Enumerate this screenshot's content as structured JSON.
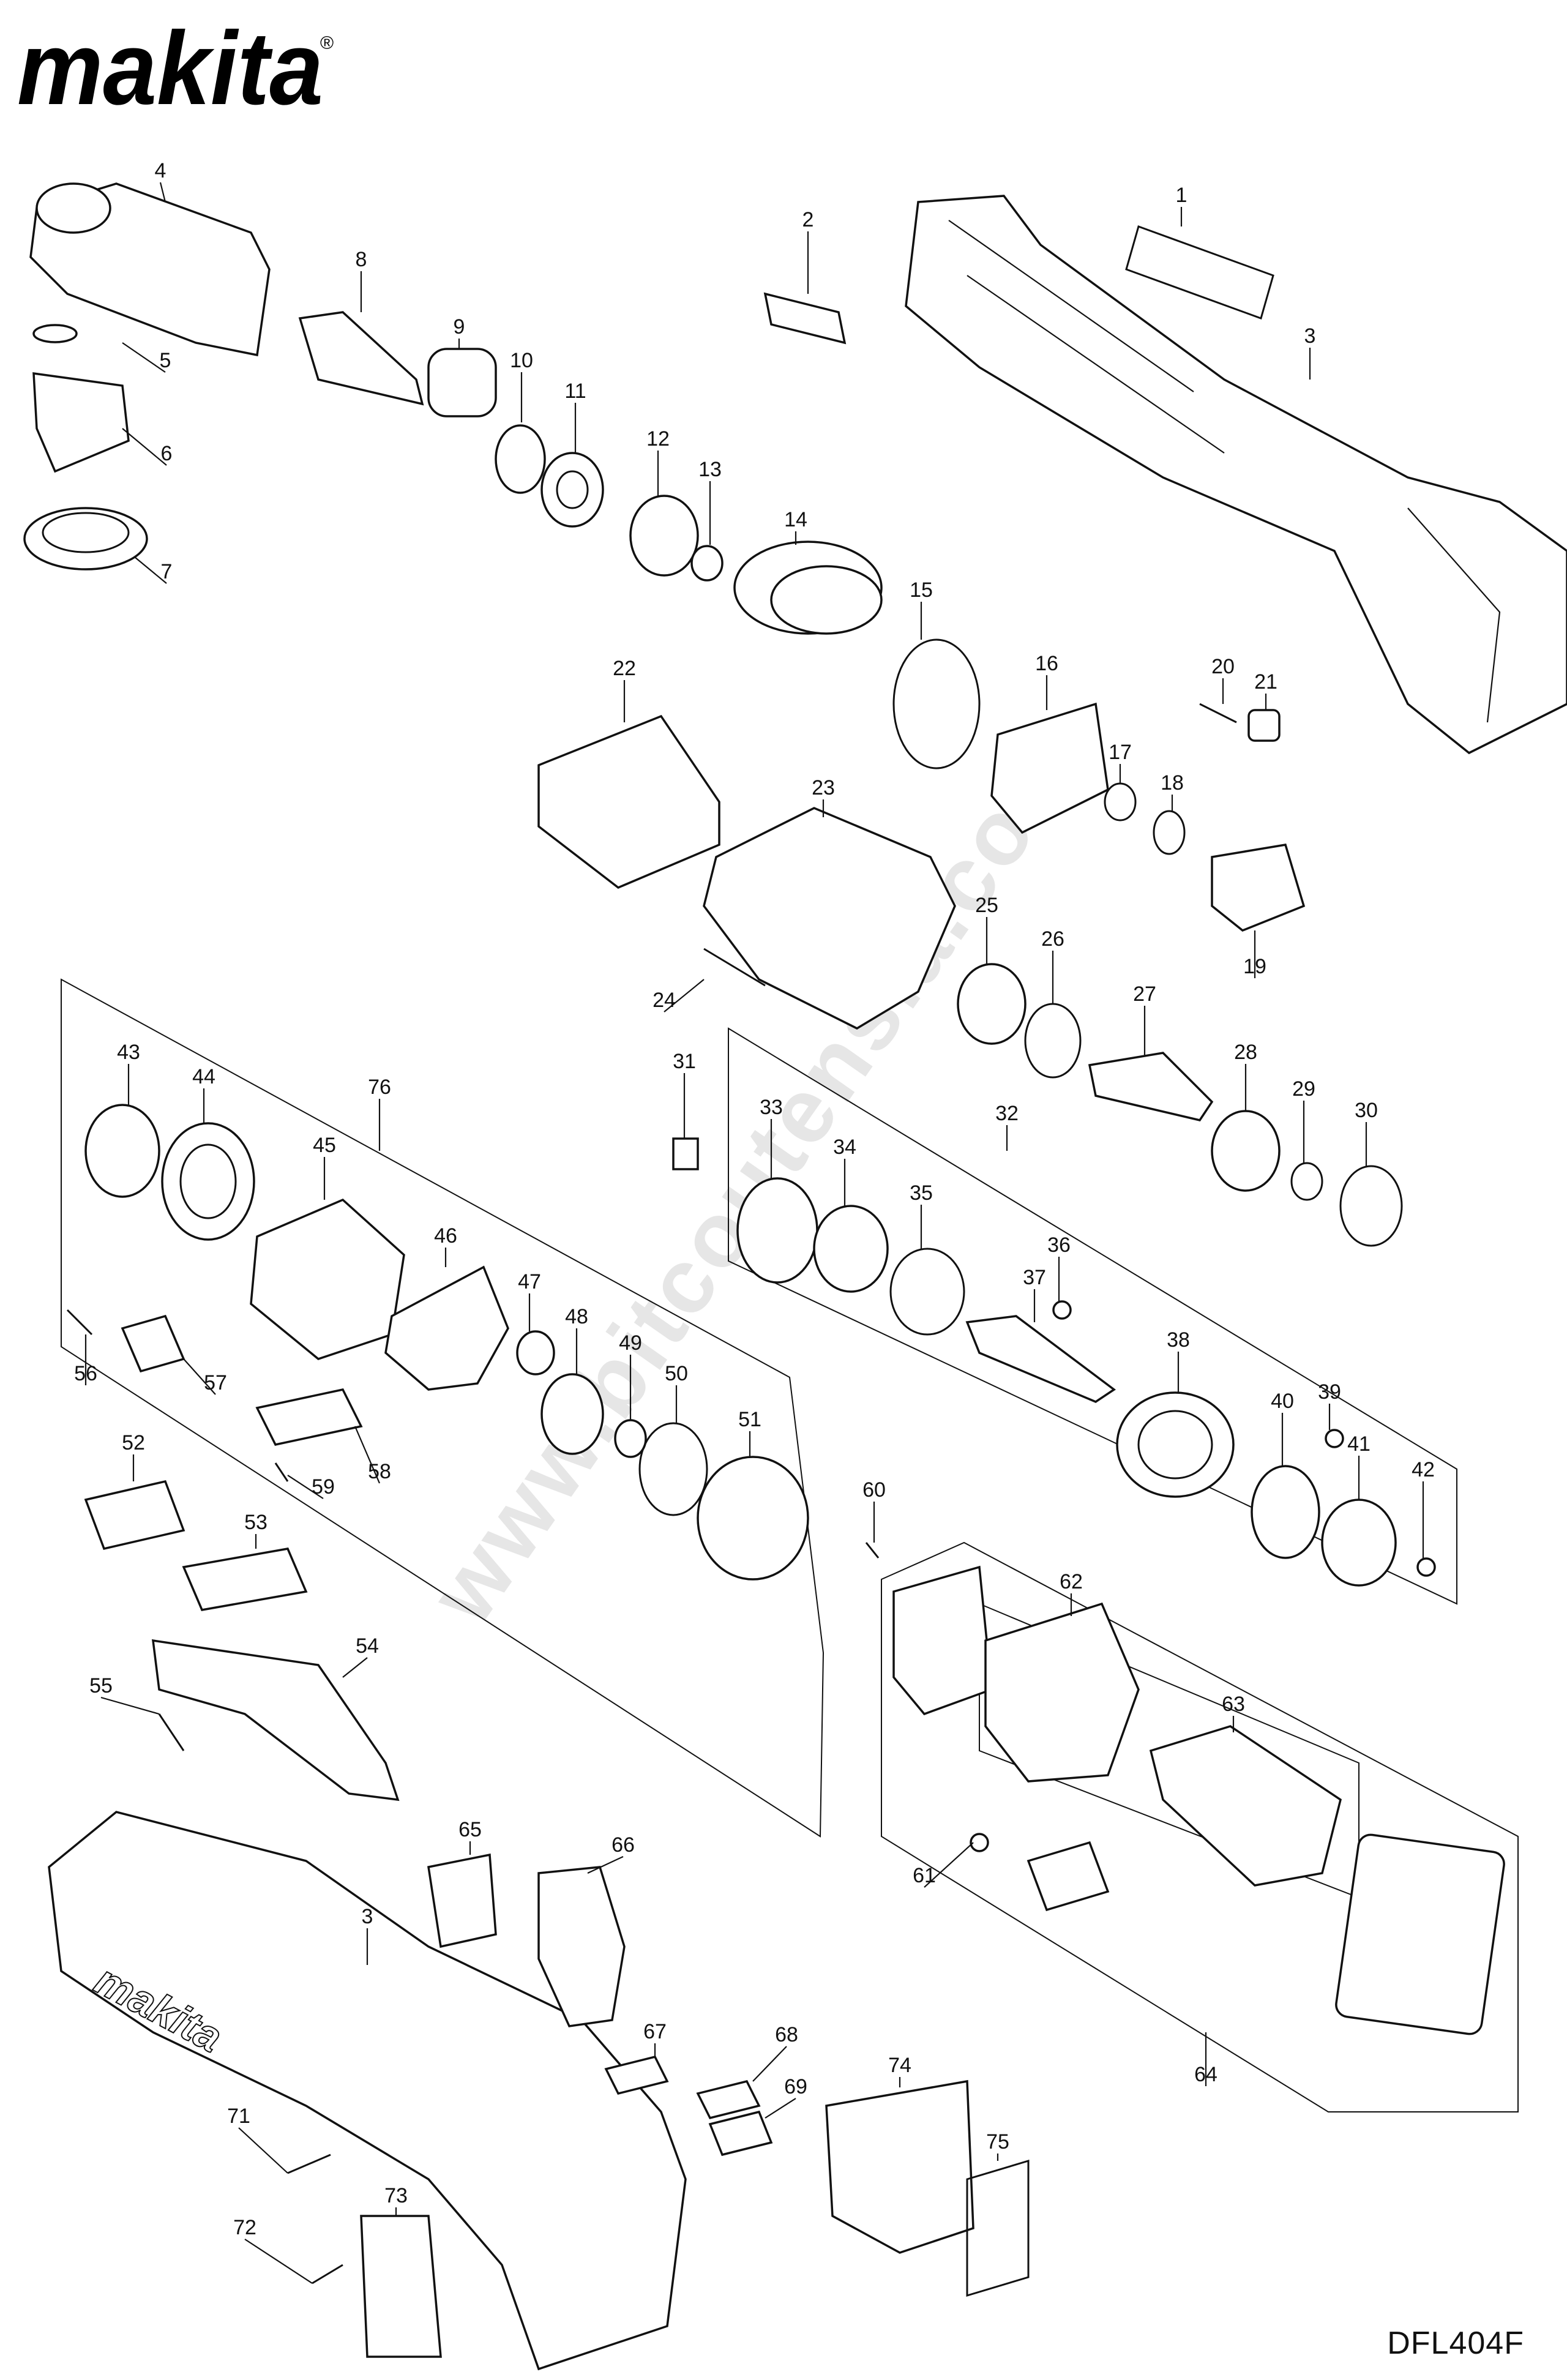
{
  "brand": {
    "logo_text": "makita",
    "registered_mark": "®"
  },
  "model": "DFL404F",
  "watermark": "www.bitcoutensia.com",
  "parts": [
    "1",
    "2",
    "3",
    "4",
    "5",
    "6",
    "7",
    "8",
    "9",
    "10",
    "11",
    "12",
    "13",
    "14",
    "15",
    "16",
    "17",
    "18",
    "19",
    "20",
    "21",
    "22",
    "23",
    "24",
    "25",
    "26",
    "27",
    "28",
    "29",
    "30",
    "31",
    "32",
    "33",
    "34",
    "35",
    "36",
    "37",
    "38",
    "39",
    "40",
    "41",
    "42",
    "43",
    "44",
    "45",
    "46",
    "47",
    "48",
    "49",
    "50",
    "51",
    "52",
    "53",
    "54",
    "55",
    "56",
    "57",
    "58",
    "59",
    "60",
    "61",
    "62",
    "63",
    "64",
    "65",
    "66",
    "67",
    "68",
    "69",
    "71",
    "72",
    "73",
    "74",
    "75",
    "76"
  ],
  "parts_lower_housing_label": "3"
}
